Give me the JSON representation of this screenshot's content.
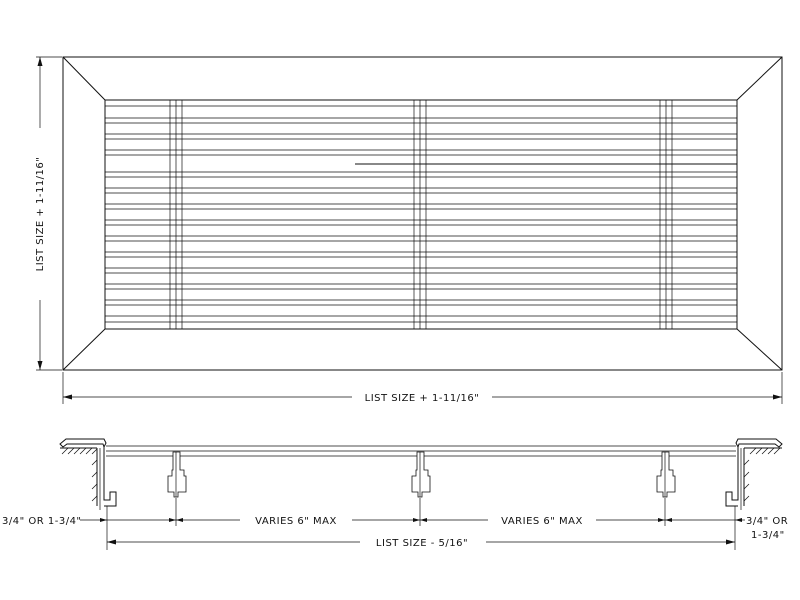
{
  "plan_view": {
    "height_dimension": "LIST SIZE + 1-11/16\"",
    "width_dimension": "LIST SIZE + 1-11/16\""
  },
  "section_view": {
    "left_edge_dimension": "3/4\" OR 1-3/4\"",
    "left_spacing": "VARIES 6\" MAX",
    "right_spacing": "VARIES 6\" MAX",
    "right_edge_dimension_line1": "3/4\" OR",
    "right_edge_dimension_line2": "1-3/4\"",
    "overall_dimension": "LIST SIZE - 5/16\""
  }
}
